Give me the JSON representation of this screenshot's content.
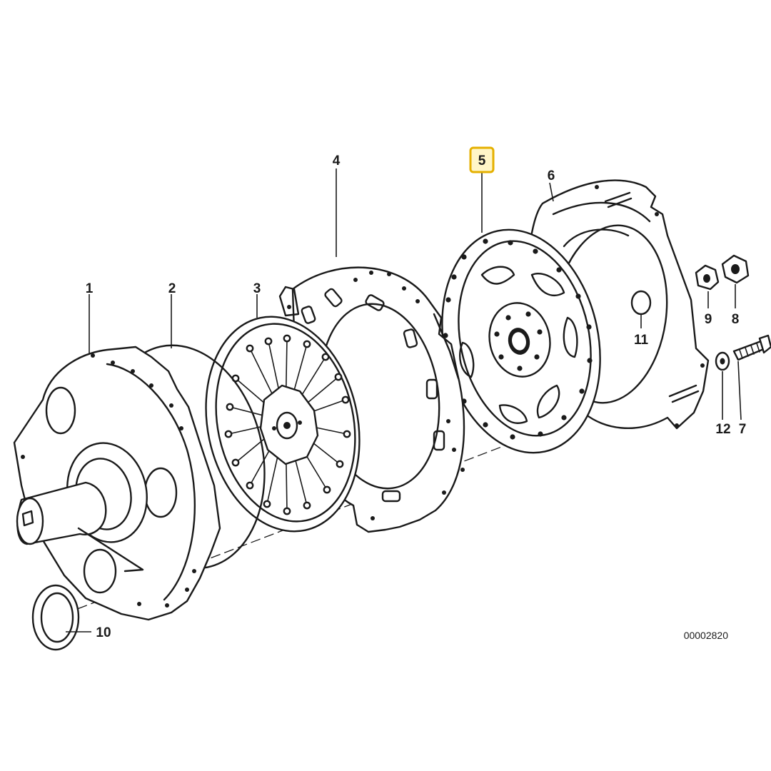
{
  "diagram": {
    "reference_number": "00002820",
    "highlighted_label": "5",
    "highlight_color": "#e5b000",
    "labels": {
      "l1": "1",
      "l2": "2",
      "l3": "3",
      "l4": "4",
      "l5": "5",
      "l6": "6",
      "l7": "7",
      "l8": "8",
      "l9": "9",
      "l10": "10",
      "l11": "11",
      "l12": "12"
    }
  }
}
